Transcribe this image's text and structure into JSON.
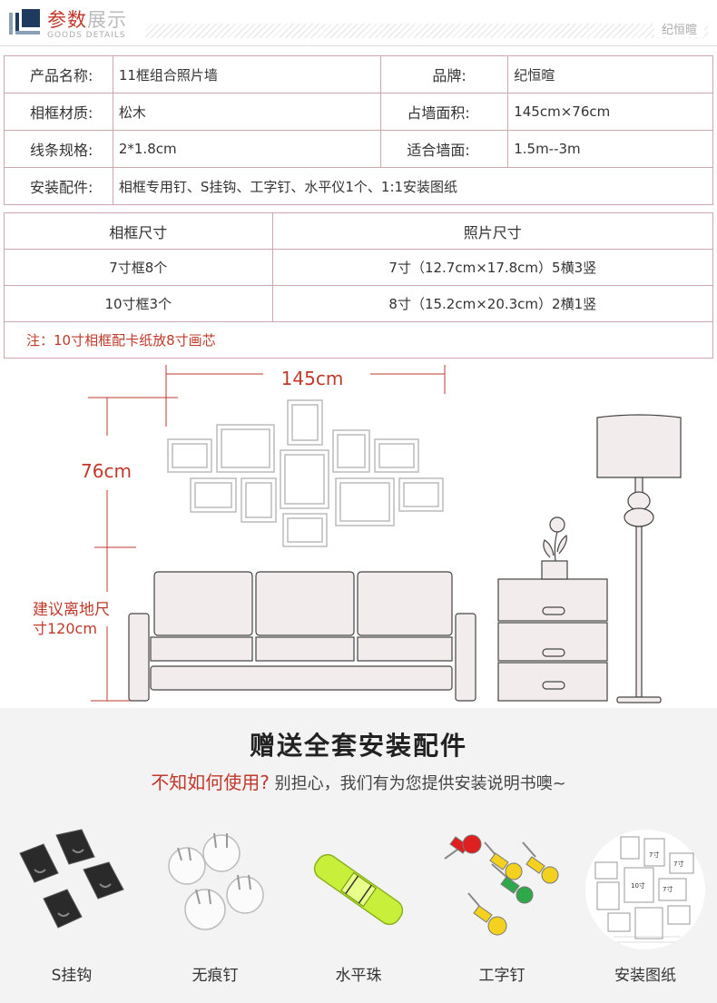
{
  "header": {
    "title_main": "参数",
    "title_light": "展示",
    "subtitle": "GOODS DETAILS",
    "brand": "纪恒暄",
    "accent": "#c0392b"
  },
  "specs": {
    "rows": [
      {
        "label1": "产品名称:",
        "value1": "11框组合照片墙",
        "label2": "品牌:",
        "value2": "纪恒暄"
      },
      {
        "label1": "相框材质:",
        "value1": "松木",
        "label2": "占墙面积:",
        "value2": "145cm×76cm"
      },
      {
        "label1": "线条规格:",
        "value1": "2*1.8cm",
        "label2": "适合墙面:",
        "value2": "1.5m--3m"
      }
    ],
    "accessories_label": "安装配件:",
    "accessories_value": "相框专用钉、S挂钩、工字钉、水平仪1个、1:1安装图纸"
  },
  "sizes": {
    "headers": [
      "相框尺寸",
      "照片尺寸"
    ],
    "rows": [
      [
        "7寸框8个",
        "7寸（12.7cm×17.8cm）5横3竖"
      ],
      [
        "10寸框3个",
        "8寸（15.2cm×20.3cm）2横1竖"
      ]
    ],
    "note": "注：10寸相框配卡纸放8寸画芯"
  },
  "diagram": {
    "width_label": "145cm",
    "height_label": "76cm",
    "floor_label_1": "建议离地尺",
    "floor_label_2": "寸120cm"
  },
  "accessories": {
    "title": "赠送全套安装配件",
    "subtitle_red": "不知如何使用?",
    "subtitle_rest": "别担心，我们有为您提供安装说明书噢~",
    "items": [
      {
        "label": "S挂钩",
        "icon": "s-hook-icon"
      },
      {
        "label": "无痕钉",
        "icon": "traceless-nail-icon"
      },
      {
        "label": "水平珠",
        "icon": "level-bubble-icon"
      },
      {
        "label": "工字钉",
        "icon": "push-pin-icon"
      },
      {
        "label": "安装图纸",
        "icon": "install-drawing-icon"
      }
    ],
    "drawing_labels": [
      "7寸",
      "7寸",
      "10寸",
      "7寸"
    ]
  }
}
